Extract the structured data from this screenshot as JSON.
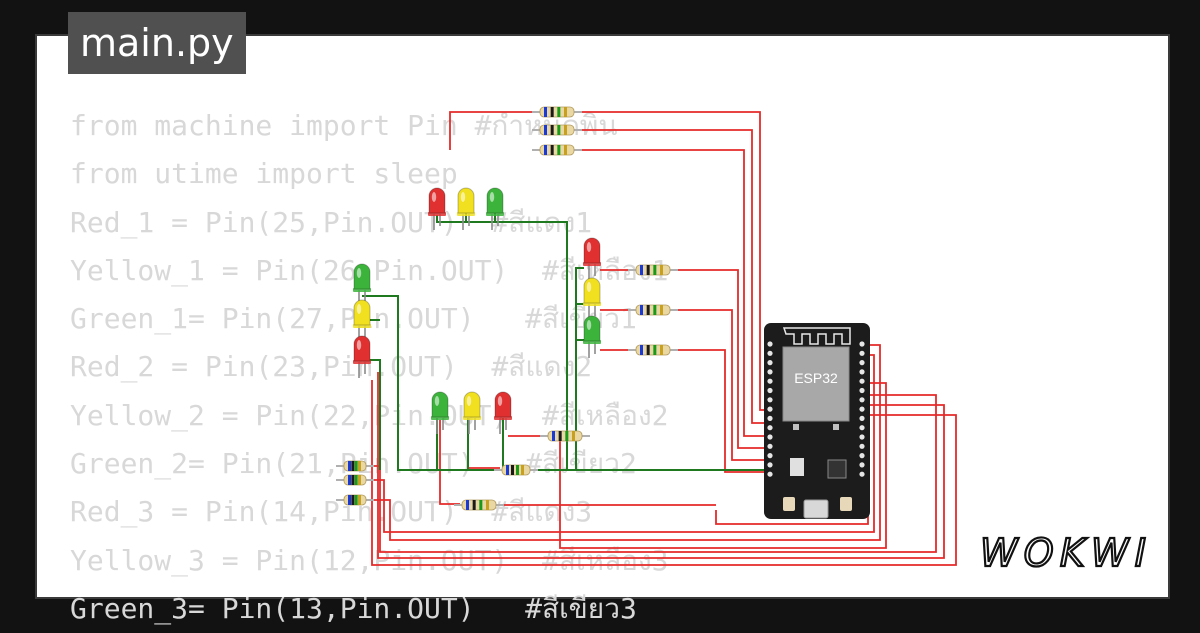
{
  "title": "main.py",
  "code_lines": [
    "from machine import Pin #กำหนดพิน",
    "from utime import sleep",
    "Red_1 = Pin(25,Pin.OUT)  #สีแดง1",
    "Yellow_1 = Pin(26,Pin.OUT)  #สีเหลือง1",
    "Green_1= Pin(27,Pin.OUT)   #สีเขียว1",
    "Red_2 = Pin(23,Pin.OUT)  #สีแดง2",
    "Yellow_2 = Pin(22,Pin.OUT)  #สีเหลือง2",
    "Green_2= Pin(21,Pin.OUT)   #สีเขียว2",
    "Red_3 = Pin(14,Pin.OUT)  #สีแดง3",
    "Yellow_3 = Pin(12,Pin.OUT)  #สีเหลือง3",
    "Green_3= Pin(13,Pin.OUT)   #สีเขียว3"
  ],
  "board": {
    "label": "ESP32"
  },
  "brand": {
    "logo": "WOKWI"
  },
  "colors": {
    "wire_red": "#e52a2a",
    "wire_green": "#1f7a1f",
    "led_red": "#e03030",
    "led_yellow": "#f0e020",
    "led_green": "#3cb43c",
    "board": "#1c1c1c",
    "chip": "#a8a8a8"
  }
}
